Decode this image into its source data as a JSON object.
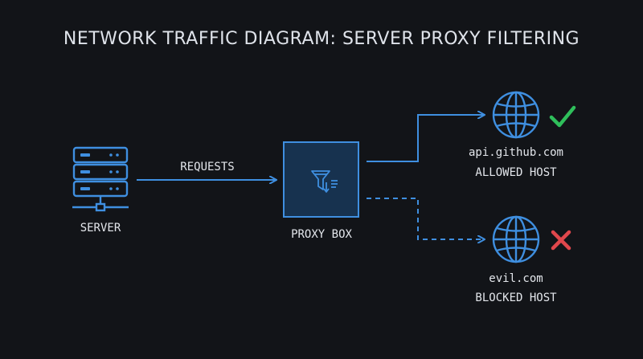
{
  "title": "NETWORK TRAFFIC DIAGRAM: SERVER PROXY FILTERING",
  "nodes": {
    "server": {
      "label": "SERVER",
      "icon": "server-icon"
    },
    "proxy": {
      "label": "PROXY BOX",
      "icon": "filter-funnel-icon"
    },
    "allowed": {
      "host": "api.github.com",
      "status": "ALLOWED HOST",
      "icon": "globe-icon",
      "status_icon": "checkmark-icon"
    },
    "blocked": {
      "host": "evil.com",
      "status": "BLOCKED HOST",
      "icon": "globe-icon",
      "status_icon": "x-mark-icon"
    }
  },
  "edges": {
    "requests_label": "REQUESTS",
    "allowed_style": "solid",
    "blocked_style": "dashed"
  },
  "colors": {
    "background": "#121418",
    "accent": "#3f8fe0",
    "allowed": "#2fbf5b",
    "blocked": "#e0474c",
    "proxy_fill": "#17324f"
  }
}
